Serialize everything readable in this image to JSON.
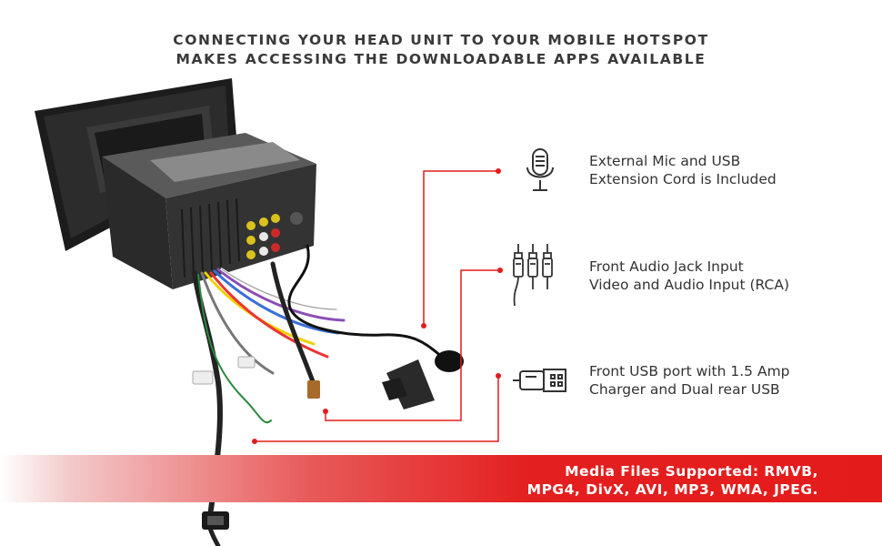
{
  "headline": {
    "line1": "CONNECTING YOUR HEAD UNIT TO YOUR MOBILE HOTSPOT",
    "line2": "MAKES ACCESSING THE DOWNLOADABLE APPS AVAILABLE"
  },
  "features": [
    {
      "icon": "microphone-icon",
      "line1": "External Mic and USB",
      "line2": "Extension Cord is Included"
    },
    {
      "icon": "rca-jack-icon",
      "line1": "Front Audio Jack Input",
      "line2": "Video and Audio Input (RCA)"
    },
    {
      "icon": "usb-plug-icon",
      "line1": "Front USB port with 1.5 Amp",
      "line2": "Charger and Dual rear USB"
    }
  ],
  "banner": {
    "line1": "Media Files Supported: RMVB,",
    "line2": "MPG4, DivX, AVI, MP3, WMA, JPEG."
  },
  "colors": {
    "accent": "#e41b1b",
    "text": "#333333",
    "headline": "#3a3a3a"
  }
}
